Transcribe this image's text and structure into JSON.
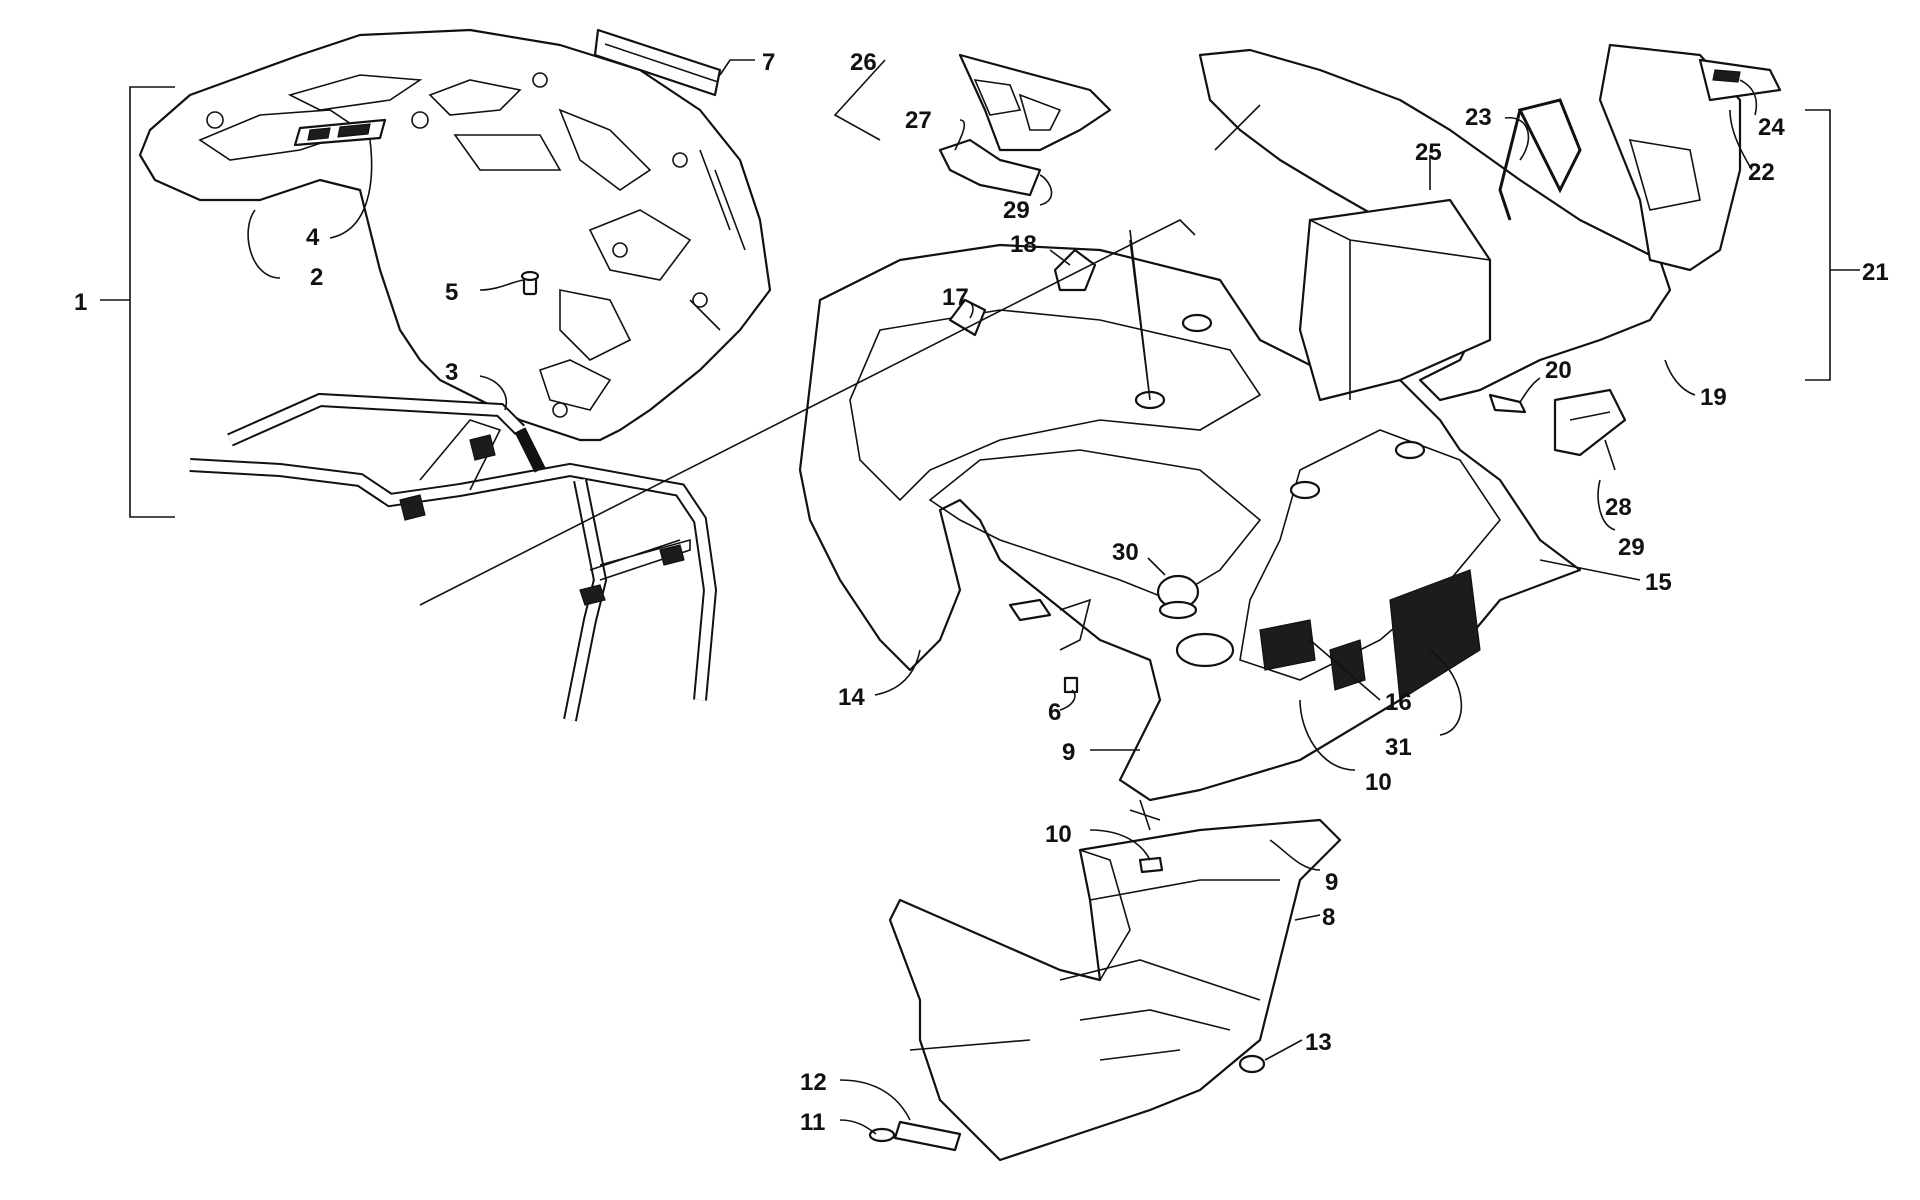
{
  "callouts": [
    {
      "id": "1",
      "label": "1"
    },
    {
      "id": "2",
      "label": "2"
    },
    {
      "id": "3",
      "label": "3"
    },
    {
      "id": "4",
      "label": "4"
    },
    {
      "id": "5",
      "label": "5"
    },
    {
      "id": "6",
      "label": "6"
    },
    {
      "id": "7",
      "label": "7"
    },
    {
      "id": "8",
      "label": "8"
    },
    {
      "id": "9a",
      "label": "9"
    },
    {
      "id": "9b",
      "label": "9"
    },
    {
      "id": "10a",
      "label": "10"
    },
    {
      "id": "10b",
      "label": "10"
    },
    {
      "id": "11",
      "label": "11"
    },
    {
      "id": "12",
      "label": "12"
    },
    {
      "id": "13",
      "label": "13"
    },
    {
      "id": "14",
      "label": "14"
    },
    {
      "id": "15",
      "label": "15"
    },
    {
      "id": "16",
      "label": "16"
    },
    {
      "id": "17",
      "label": "17"
    },
    {
      "id": "18",
      "label": "18"
    },
    {
      "id": "19",
      "label": "19"
    },
    {
      "id": "20",
      "label": "20"
    },
    {
      "id": "21",
      "label": "21"
    },
    {
      "id": "22",
      "label": "22"
    },
    {
      "id": "23",
      "label": "23"
    },
    {
      "id": "24",
      "label": "24"
    },
    {
      "id": "25",
      "label": "25"
    },
    {
      "id": "26",
      "label": "26"
    },
    {
      "id": "27",
      "label": "27"
    },
    {
      "id": "28",
      "label": "28"
    },
    {
      "id": "29a",
      "label": "29"
    },
    {
      "id": "29b",
      "label": "29"
    },
    {
      "id": "30",
      "label": "30"
    },
    {
      "id": "31",
      "label": "31"
    }
  ]
}
